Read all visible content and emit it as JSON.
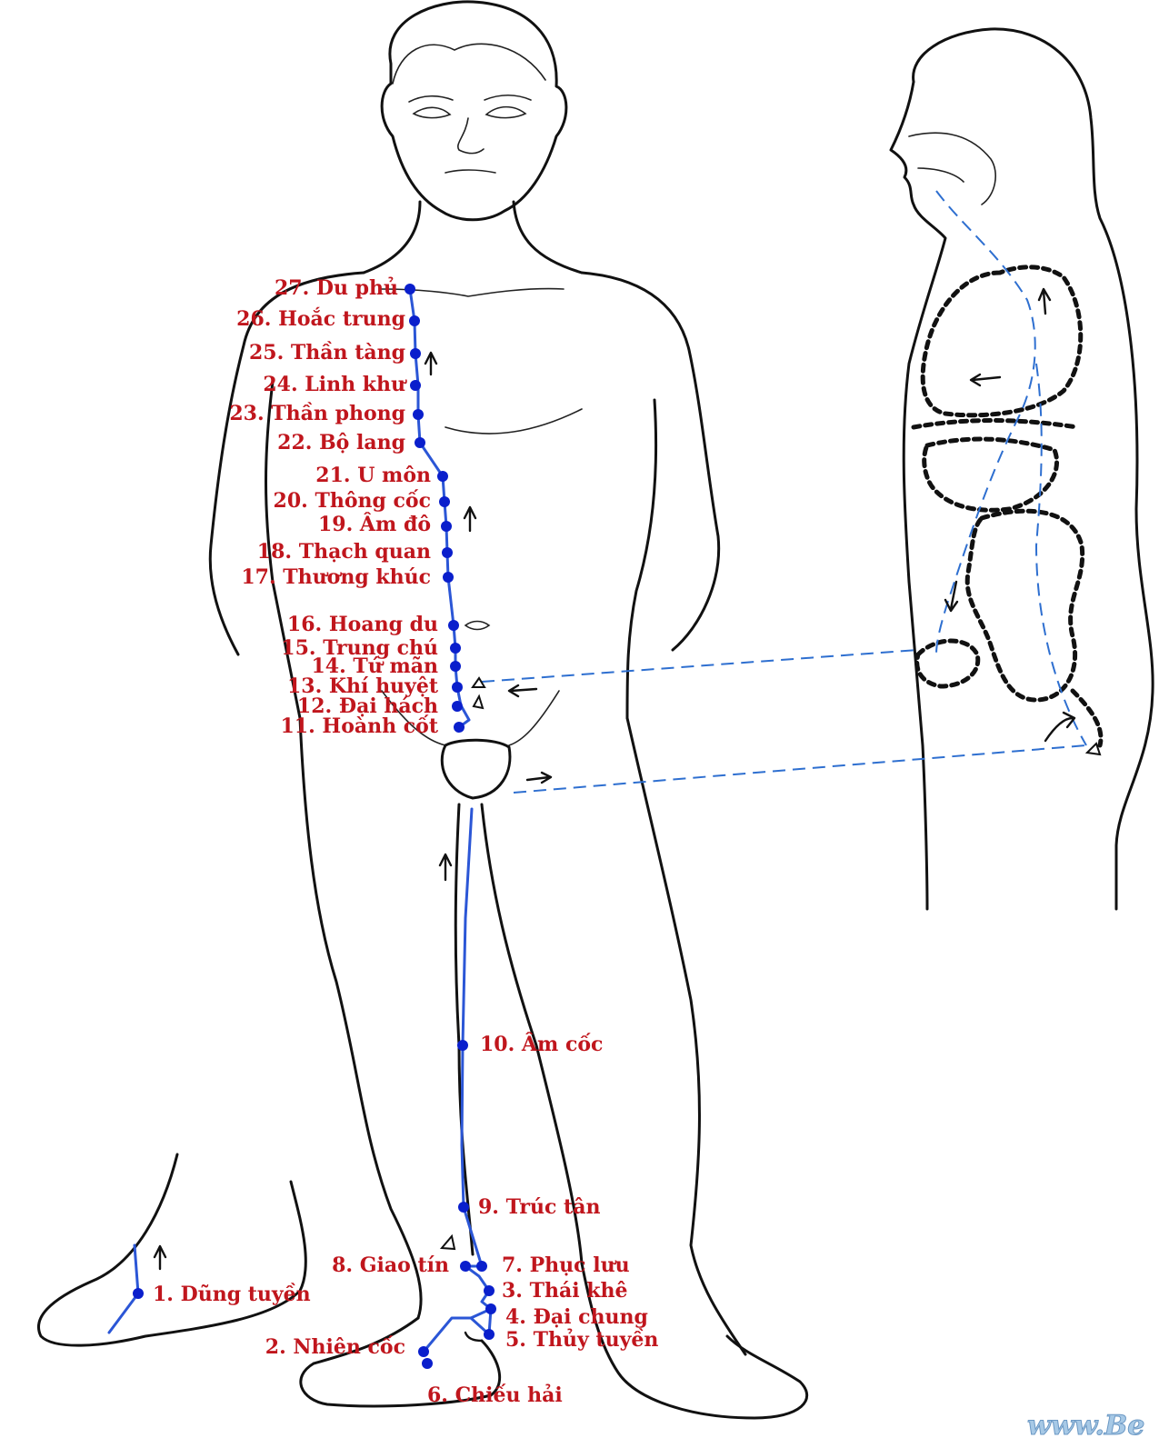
{
  "colors": {
    "channel": "#2b56d6",
    "point": "#0a1fcc",
    "label": "#c0161d",
    "outline": "#111111"
  },
  "points": [
    {
      "id": 1,
      "label": "1. Dũng tuyền"
    },
    {
      "id": 2,
      "label": "2. Nhiên cốc"
    },
    {
      "id": 3,
      "label": "3. Thái khê"
    },
    {
      "id": 4,
      "label": "4. Đại chung"
    },
    {
      "id": 5,
      "label": "5. Thủy tuyền"
    },
    {
      "id": 6,
      "label": "6. Chiếu hải"
    },
    {
      "id": 7,
      "label": "7. Phục lưu"
    },
    {
      "id": 8,
      "label": "8. Giao tín"
    },
    {
      "id": 9,
      "label": "9. Trúc tân"
    },
    {
      "id": 10,
      "label": "10. Âm cốc"
    },
    {
      "id": 11,
      "label": "11. Hoành cốt"
    },
    {
      "id": 12,
      "label": "12. Đại hách"
    },
    {
      "id": 13,
      "label": "13. Khí huyệt"
    },
    {
      "id": 14,
      "label": "14. Tứ mãn"
    },
    {
      "id": 15,
      "label": "15. Trung chú"
    },
    {
      "id": 16,
      "label": "16. Hoang du"
    },
    {
      "id": 17,
      "label": "17. Thương khúc"
    },
    {
      "id": 18,
      "label": "18. Thạch quan"
    },
    {
      "id": 19,
      "label": "19. Âm đô"
    },
    {
      "id": 20,
      "label": "20. Thông cốc"
    },
    {
      "id": 21,
      "label": "21. U môn"
    },
    {
      "id": 22,
      "label": "22. Bộ lang"
    },
    {
      "id": 23,
      "label": "23. Thần phong"
    },
    {
      "id": 24,
      "label": "24. Linh khư"
    },
    {
      "id": 25,
      "label": "25. Thần tàng"
    },
    {
      "id": 26,
      "label": "26. Hoắc trung"
    },
    {
      "id": 27,
      "label": "27. Du phủ"
    }
  ],
  "watermark": "www.Be"
}
